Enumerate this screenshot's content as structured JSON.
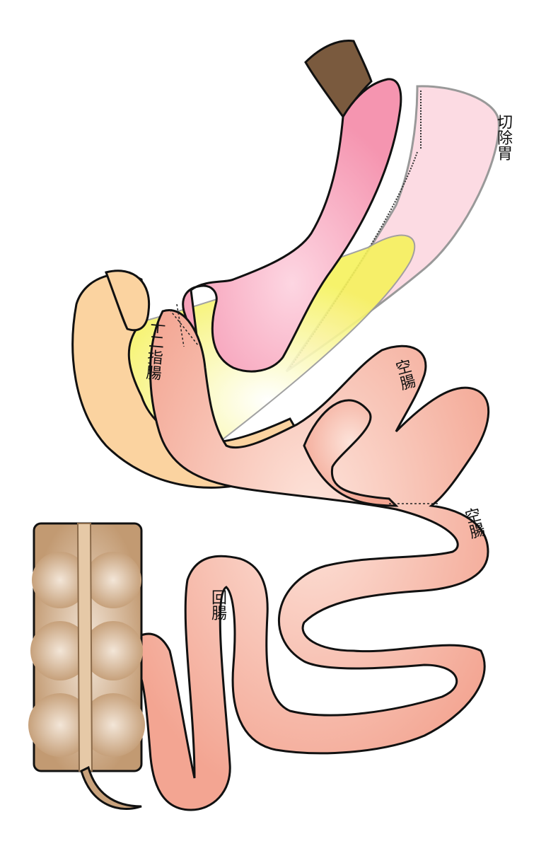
{
  "labels": {
    "resected_stomach": "切除胃",
    "duodenum": "十二指腸",
    "jejunum_upper": "空腸",
    "jejunum_lower": "空腸",
    "ileum": "回腸"
  },
  "colors": {
    "stomach": "#f7a0b8",
    "resected": "#fcd5de",
    "duodenum": "#fbd3a0",
    "intestine": "#f5ad9b",
    "colon": "#c9a27c",
    "esophagus": "#7a5a3e",
    "fat": "#f8f46a"
  }
}
